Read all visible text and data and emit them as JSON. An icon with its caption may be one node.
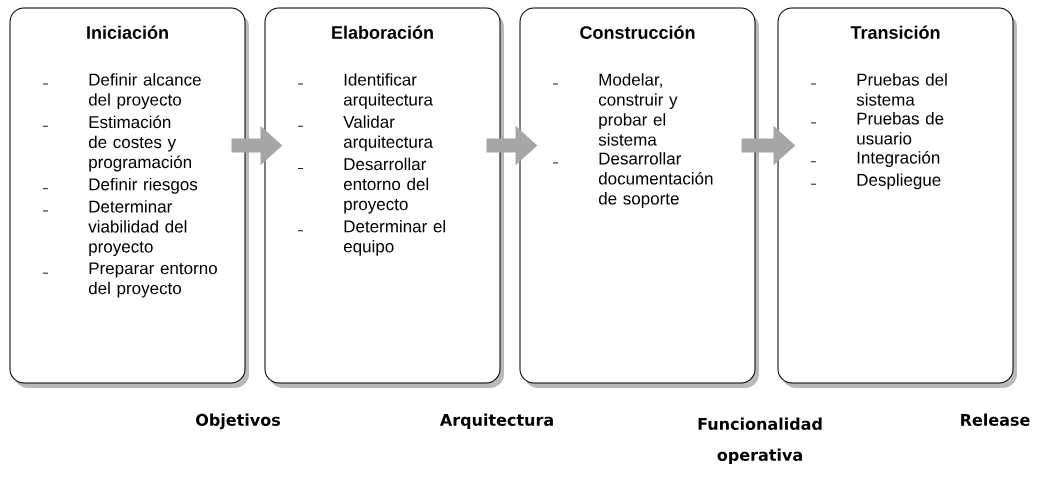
{
  "diagram": {
    "nodes": [
      {
        "text": [
          "Iniciación",
          "Definir alcance del proyecto",
          "Estimación de costes y programación",
          "Definir riesgos",
          "Determinar viabilidad del proyecto",
          "Preparar entorno del proyecto"
        ]
      },
      {
        "text": [
          "Elaboración",
          "Identificar arquitectura",
          "Validar arquitectura",
          "Desarrollar entorno del proyecto",
          "Determinar el equipo"
        ]
      },
      {
        "text": [
          "Construcción",
          "Modelar, construir y probar el sistema",
          "Desarrollar documentación de soporte"
        ]
      },
      {
        "text": [
          "Transición",
          "Pruebas del sistema",
          "Pruebas de usuario",
          "Integración",
          "Despliegue"
        ]
      }
    ],
    "edges": [
      {
        "from": 0,
        "to": 1,
        "arrow": "to"
      },
      {
        "from": 1,
        "to": 2,
        "arrow": "to"
      },
      {
        "from": 2,
        "to": 3,
        "arrow": "to"
      }
    ],
    "labels": [
      "Objetivos",
      "Arquitectura",
      "Funcionalidad operativa",
      "Release"
    ]
  }
}
